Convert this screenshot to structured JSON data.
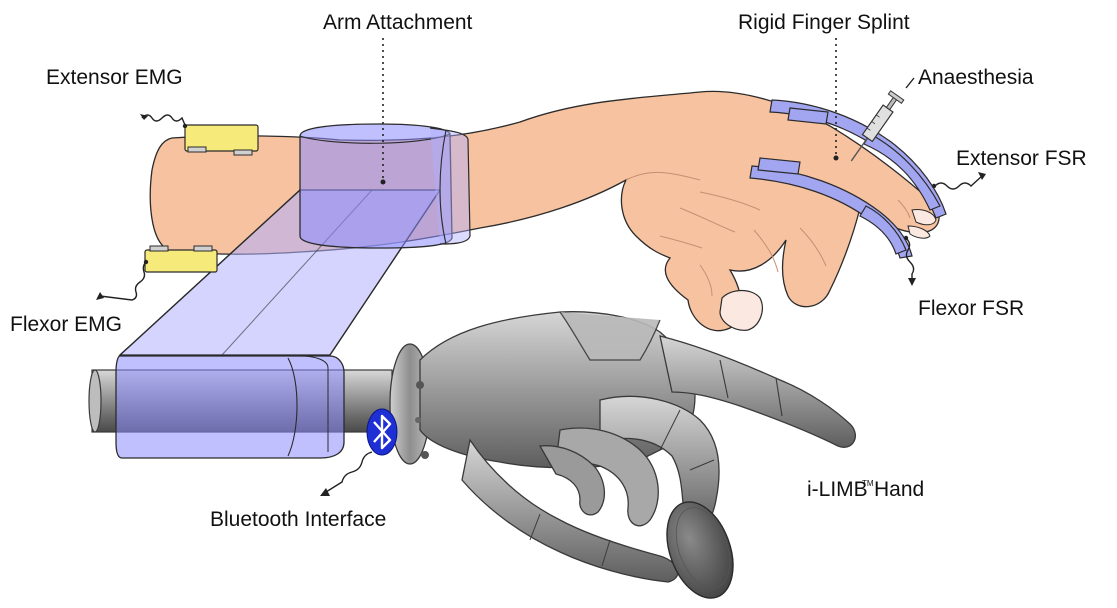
{
  "labels": {
    "arm_attachment": "Arm Attachment",
    "rigid_finger_splint": "Rigid Finger Splint",
    "anaesthesia": "Anaesthesia",
    "extensor_emg": "Extensor EMG",
    "flexor_emg": "Flexor EMG",
    "extensor_fsr": "Extensor FSR",
    "flexor_fsr": "Flexor FSR",
    "bluetooth_interface": "Bluetooth Interface",
    "ilimb_prefix": "i-LIMB",
    "ilimb_trademark": "TM",
    "ilimb_suffix": "Hand"
  },
  "colors": {
    "skin": "#f6c2a0",
    "attachment_band": "#8c8cff",
    "splint": "#a2a5ef",
    "emg_sensor": "#f6ea7a",
    "bluetooth": "#1f2fd6",
    "prosthetic_metal": "#9a9a9a"
  },
  "icons": [
    "bluetooth-icon",
    "syringe-icon"
  ]
}
